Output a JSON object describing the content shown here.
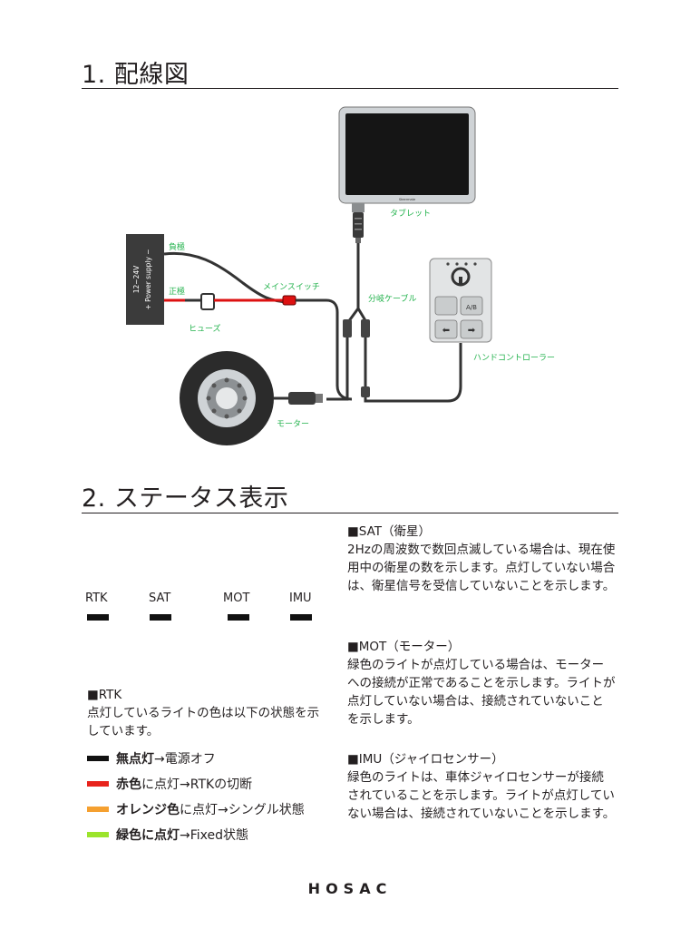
{
  "section1": {
    "title": "1. 配線図"
  },
  "section2": {
    "title": "2. ステータス表示"
  },
  "diagram": {
    "labels": {
      "tablet": "タブレット",
      "negative": "負極",
      "positive": "正極",
      "fuse": "ヒューズ",
      "main_switch": "メインスイッチ",
      "branch_cable": "分岐ケーブル",
      "hand_controller": "ハンドコントローラー",
      "motor": "モーター"
    },
    "power_supply": {
      "line1": "12~24V",
      "line2": "+ Power supply −"
    },
    "tablet_brand": "Steermate",
    "controller_ab": "A/B",
    "label_color": "#22b24c"
  },
  "indicators": [
    "RTK",
    "SAT",
    "MOT",
    "IMU"
  ],
  "rtk": {
    "heading": "■RTK",
    "body": "点灯しているライトの色は以下の状態を示しています。",
    "legend": [
      {
        "bold": "無点灯",
        "rest": "→電源オフ",
        "color": "#111111"
      },
      {
        "bold": "赤色",
        "rest": "に点灯→RTKの切断",
        "color": "#e8231c"
      },
      {
        "bold": "オレンジ色",
        "rest": "に点灯→シングル状態",
        "color": "#f5a030"
      },
      {
        "bold": "緑色に点灯",
        "rest": "→Fixed状態",
        "color": "#9be42c"
      }
    ]
  },
  "sat": {
    "heading": "■SAT（衛星）",
    "body": "2Hzの周波数で数回点滅している場合は、現在使用中の衛星の数を示します。点灯していない場合は、衛星信号を受信していないことを示します。"
  },
  "mot": {
    "heading": "■MOT（モーター）",
    "body": "緑色のライトが点灯している場合は、モーターへの接続が正常であることを示します。ライトが点灯していない場合は、接続されていないことを示します。"
  },
  "imu": {
    "heading": "■IMU（ジャイロセンサー）",
    "body": "緑色のライトは、車体ジャイロセンサーが接続されていることを示します。ライトが点灯していない場合は、接続されていないことを示します。"
  },
  "footer": {
    "logo": "HOSAC"
  }
}
